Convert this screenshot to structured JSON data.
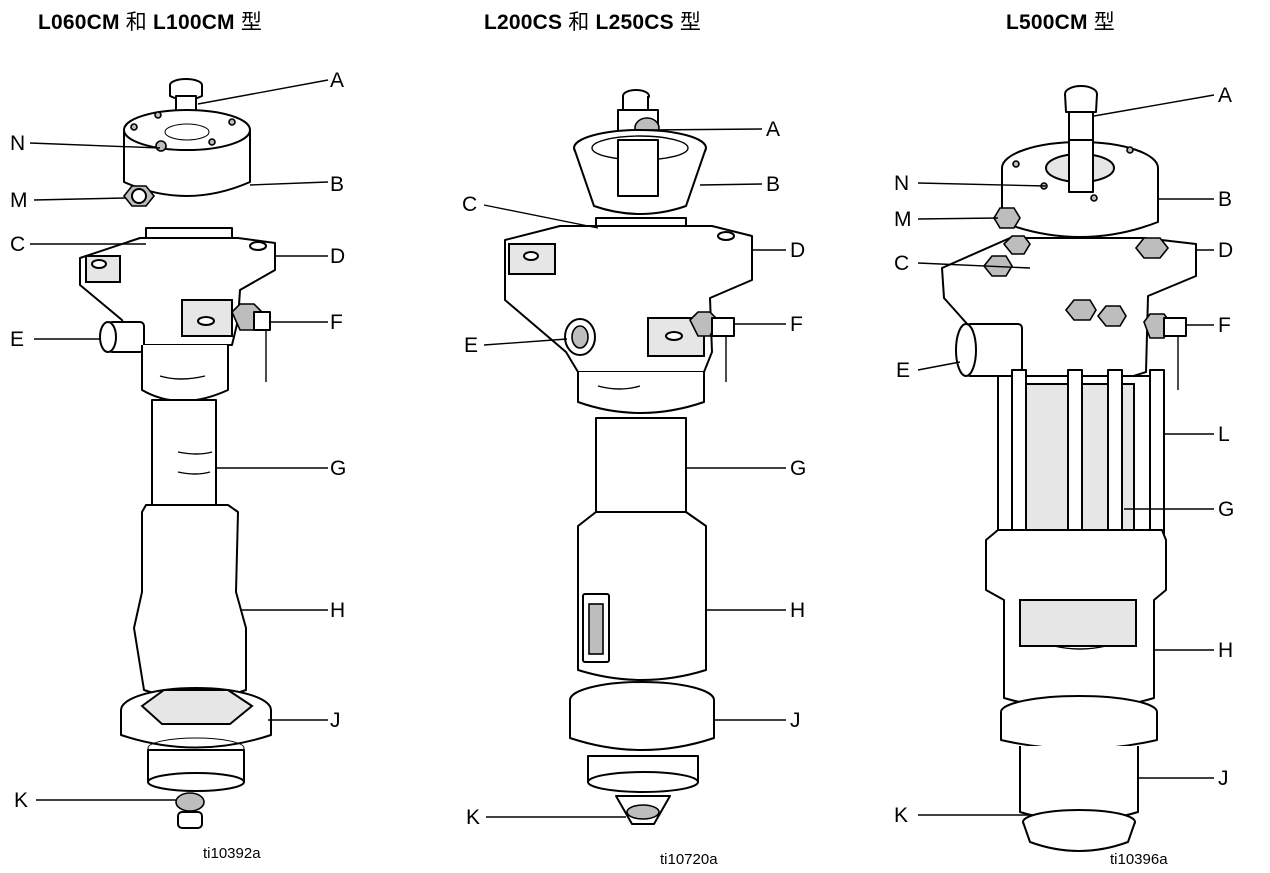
{
  "titles": {
    "left": {
      "m1": "L060CM",
      "c1": "和",
      "m2": "L100CM",
      "c2": "型"
    },
    "middle": {
      "m1": "L200CS",
      "c1": "和",
      "m2": "L250CS",
      "c2": "型"
    },
    "right": {
      "m1": "L500CM",
      "c2": "型"
    }
  },
  "figure_ids": {
    "left": "ti10392a",
    "middle": "ti10720a",
    "right": "ti10396a"
  },
  "callouts": {
    "left": [
      "A",
      "N",
      "B",
      "M",
      "C",
      "D",
      "E",
      "F",
      "G",
      "H",
      "J",
      "K"
    ],
    "middle": [
      "A",
      "B",
      "C",
      "D",
      "E",
      "F",
      "G",
      "H",
      "J",
      "K"
    ],
    "right": [
      "A",
      "N",
      "B",
      "M",
      "D",
      "C",
      "F",
      "E",
      "L",
      "G",
      "H",
      "J",
      "K"
    ]
  }
}
